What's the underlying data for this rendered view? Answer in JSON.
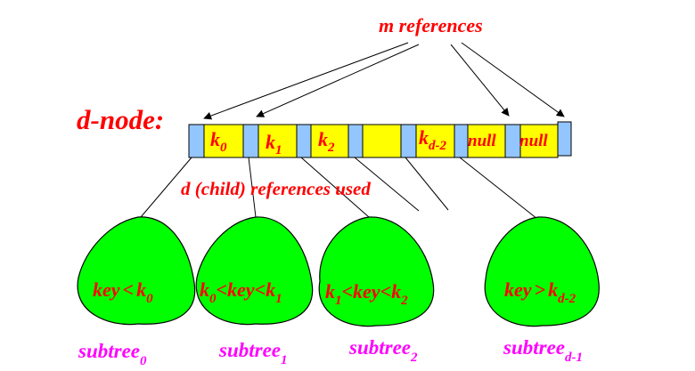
{
  "labels": {
    "m_references": "m references",
    "d_node": "d-node:",
    "d_references_used": "d (child) references used",
    "null_1": "null",
    "null_2": "null"
  },
  "keys": [
    {
      "base": "k",
      "sub": "0"
    },
    {
      "base": "k",
      "sub": "1"
    },
    {
      "base": "k",
      "sub": "2"
    },
    {
      "base": "",
      "sub": ""
    },
    {
      "base": "k",
      "sub": "d-2"
    }
  ],
  "conditions": [
    {
      "t1": "key",
      "op1": "<",
      "k": "k",
      "s": "0"
    },
    {
      "a": "k",
      "as": "0",
      "op": "<key<",
      "b": "k",
      "bs": "1"
    },
    {
      "a": "k",
      "as": "1",
      "op": "<key<",
      "b": "k",
      "bs": "2"
    },
    {
      "t1": "key",
      "op1": ">",
      "k": "k",
      "s": "d-2"
    }
  ],
  "subtrees": [
    {
      "base": "subtree",
      "sub": "0"
    },
    {
      "base": "subtree",
      "sub": "1"
    },
    {
      "base": "subtree",
      "sub": "2"
    },
    {
      "base": "subtree",
      "sub": "d-1"
    }
  ],
  "colors": {
    "text": "#ff0000",
    "subtree_text": "#ff00ff",
    "pointer_cell": "#93c6ff",
    "key_cell": "#ffff00",
    "blob": "#00ff00"
  }
}
